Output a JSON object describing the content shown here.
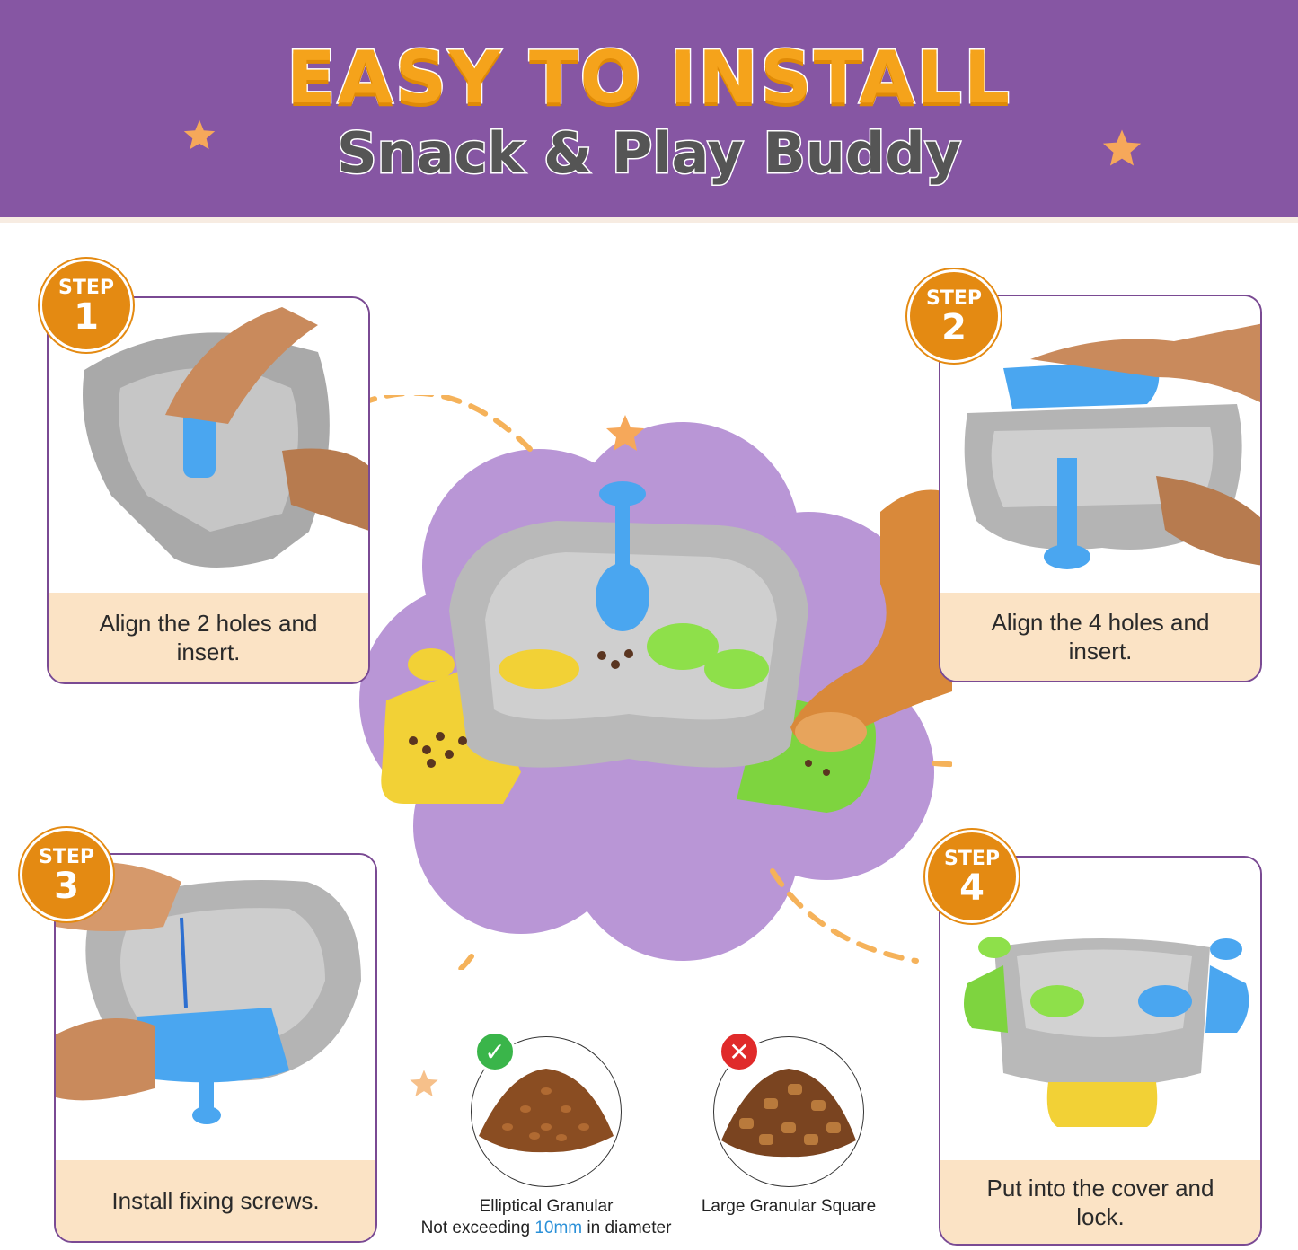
{
  "header": {
    "title": "EASY TO INSTALL",
    "subtitle": "Snack & Play Buddy"
  },
  "colors": {
    "banner": "#8656a3",
    "title": "#f5a31b",
    "badge": "#e48a12",
    "caption_bg": "#fbe3c5",
    "card_border": "#7a4a93",
    "blob": "#b996d6"
  },
  "steps": [
    {
      "badge_word": "STEP",
      "number": "1",
      "caption": "Align the 2 holes and insert."
    },
    {
      "badge_word": "STEP",
      "number": "2",
      "caption": "Align the 4 holes and insert."
    },
    {
      "badge_word": "STEP",
      "number": "3",
      "caption": "Install fixing screws."
    },
    {
      "badge_word": "STEP",
      "number": "4",
      "caption": "Put into the cover and lock."
    }
  ],
  "food": {
    "good": {
      "icon": "check-icon",
      "line1": "Elliptical Granular",
      "line2_before": "Not exceeding ",
      "line2_highlight": "10mm",
      "line2_after": " in diameter"
    },
    "bad": {
      "icon": "cross-icon",
      "line1": "Large Granular Square"
    }
  }
}
